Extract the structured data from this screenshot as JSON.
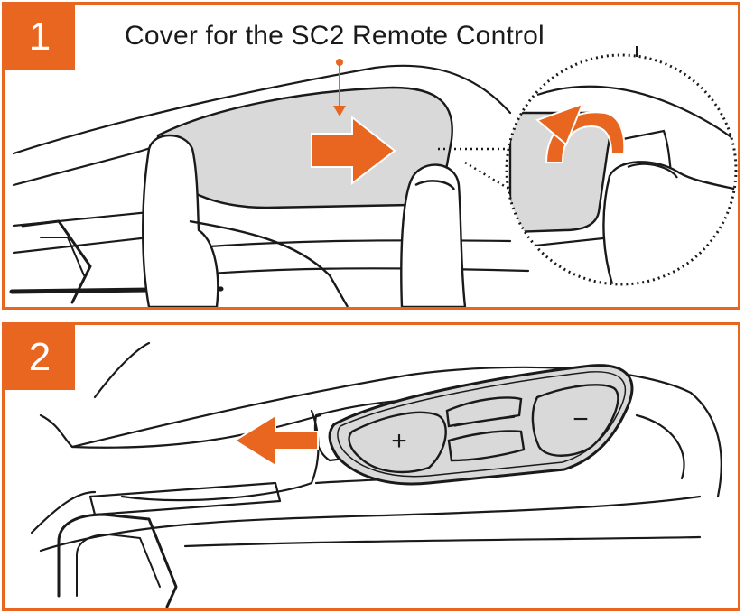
{
  "steps": [
    {
      "number": "1",
      "caption": "Cover for the SC2 Remote Control"
    },
    {
      "number": "2"
    }
  ],
  "remote": {
    "plus_symbol": "+",
    "minus_symbol": "−"
  },
  "colors": {
    "accent": "#e8661f",
    "line": "#1a1a1a",
    "cover_fill": "#d9d9d9"
  },
  "icons": {
    "step1_arrow": "arrow-right-icon",
    "curved_arrow": "curved-arrow-icon",
    "step2_arrow": "arrow-left-icon"
  }
}
